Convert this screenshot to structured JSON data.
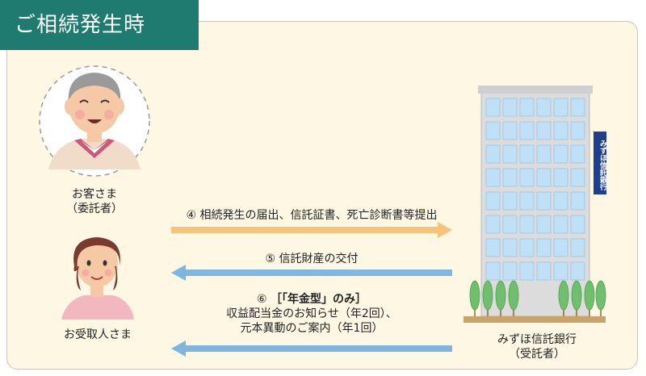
{
  "header": {
    "title": "ご相続発生時"
  },
  "parties": {
    "customer": {
      "name": "お客さま",
      "role": "（委託者）"
    },
    "recipient": {
      "name": "お受取人さま"
    },
    "bank": {
      "name": "みずほ信託銀行",
      "role": "（受託者）",
      "sign": "みずほ信託銀行"
    }
  },
  "flows": [
    {
      "number": "④",
      "text": "相続発生の届出、信託証書、死亡診断書等提出",
      "direction": "to-bank",
      "color": "#f7c27a"
    },
    {
      "number": "⑤",
      "text": "信託財産の交付",
      "direction": "to-recipient",
      "color": "#7fb6df"
    },
    {
      "number": "⑥",
      "title": "［「年金型」のみ］",
      "lines": [
        "収益配当金のお知らせ（年2回）、",
        "元本異動のご案内（年1回）"
      ],
      "direction": "to-recipient",
      "color": "#7fb6df"
    }
  ],
  "colors": {
    "header": "#1f7a70",
    "panel": "#fdf7e3",
    "orange_arrow": "#f7c27a",
    "blue_arrow": "#7fb6df",
    "bank_sign": "#1c3f8f"
  }
}
